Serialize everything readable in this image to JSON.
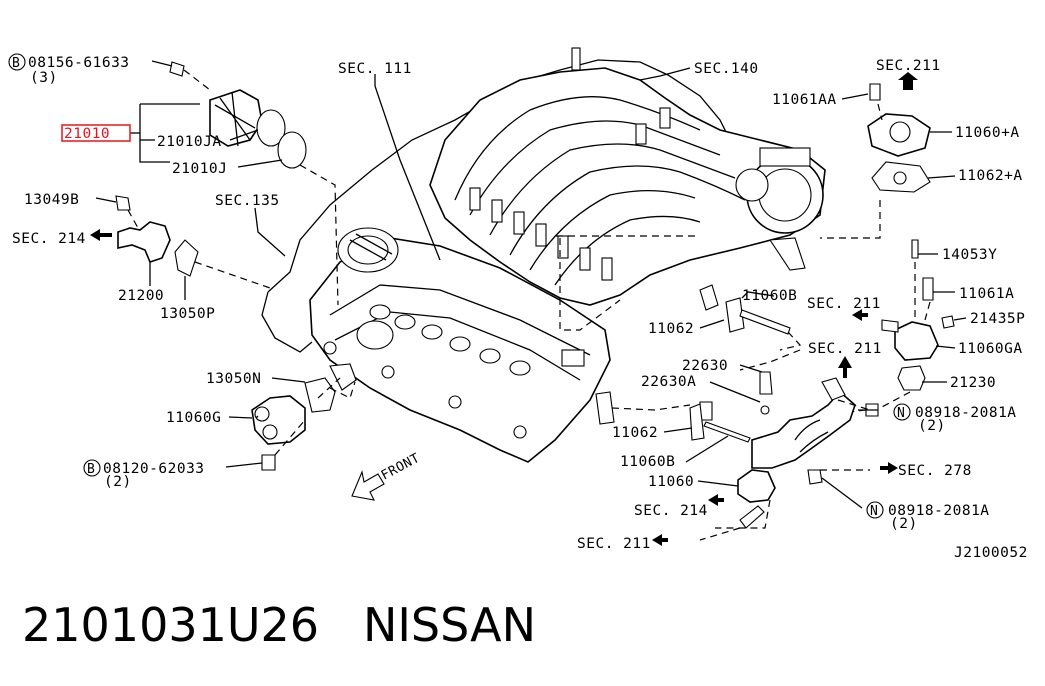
{
  "labels": {
    "p_08156": "08156-61633",
    "p_08156_qty": "(3)",
    "p_21010": "21010",
    "p_21010JA": "21010JA",
    "p_21010J": "21010J",
    "p_13049B": "13049B",
    "sec214a": "SEC. 214",
    "p_21200": "21200",
    "p_13050P": "13050P",
    "sec135": "SEC.135",
    "sec111": "SEC. 111",
    "sec140": "SEC.140",
    "p_11061AA": "11061AA",
    "sec211a": "SEC.211",
    "p_11060A": "11060+A",
    "p_11062A": "11062+A",
    "p_14053Y": "14053Y",
    "p_11061A": "11061A",
    "sec211b": "SEC. 211",
    "p_21435P": "21435P",
    "p_11060GA": "11060GA",
    "p_21230": "21230",
    "p_11060B_top": "11060B",
    "p_11062_top": "11062",
    "sec211c": "SEC. 211",
    "p_22630": "22630",
    "p_22630A": "22630A",
    "p_08918a": "08918-2081A",
    "p_08918a_qty": "(2)",
    "sec278": "SEC. 278",
    "p_11062_bot": "11062",
    "p_11060B_bot": "11060B",
    "p_11060": "11060",
    "sec214b": "SEC. 214",
    "sec211d": "SEC. 211",
    "p_08918b": "08918-2081A",
    "p_08918b_qty": "(2)",
    "p_13050N": "13050N",
    "p_11060G": "11060G",
    "p_08120": "08120-62033",
    "p_08120_qty": "(2)",
    "front": "FRONT",
    "ref": "J2100052",
    "badge_b": "B",
    "badge_n": "N"
  },
  "footer": {
    "part_number": "2101031U26",
    "brand": "NISSAN"
  },
  "colors": {
    "highlight": "#e8141c",
    "ink": "#000000"
  }
}
